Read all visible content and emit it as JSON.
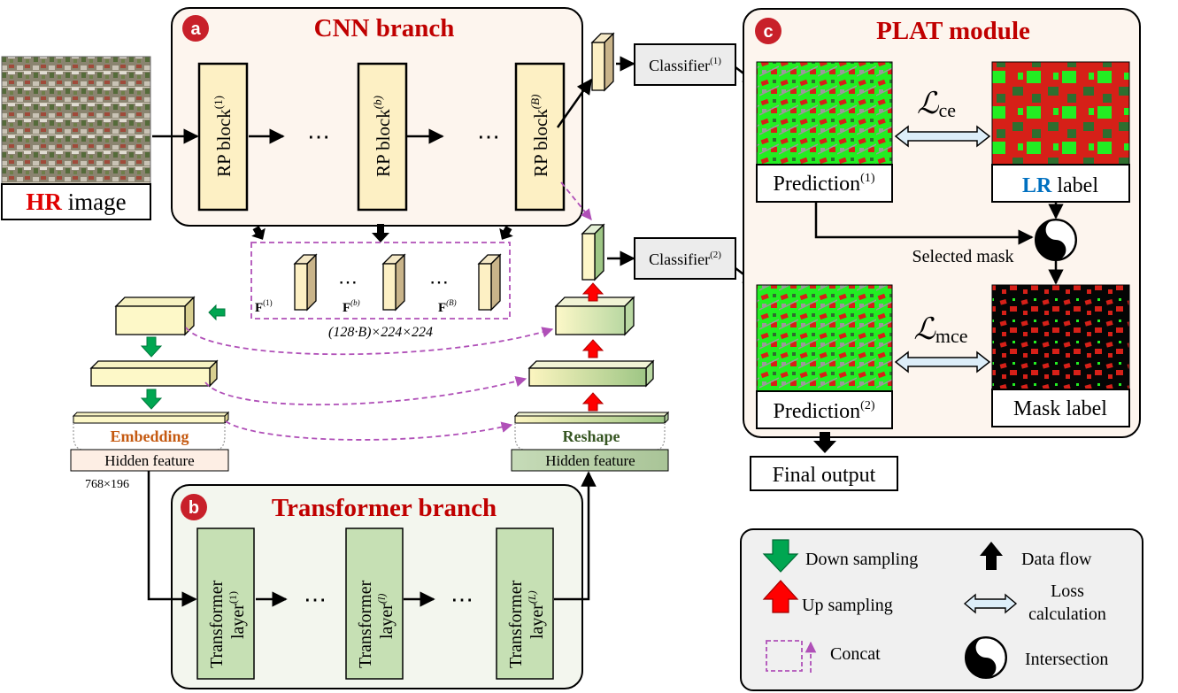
{
  "colors": {
    "panel_warm": "#fdf5ee",
    "panel_green": "#f3f6ee",
    "title_red": "#c00000",
    "badge_red": "#c8202a",
    "rp_block": "#fdf0c4",
    "transformer_layer": "#c6e0b4",
    "embedding_orange": "#c55a11",
    "reshape_green": "#375623",
    "lr_blue": "#0070c0",
    "concat_purple": "#b050b8",
    "down_green": "#00a651",
    "up_red": "#ff0000",
    "loss_fill": "#ddeef9",
    "pred_green": "#22ee22",
    "pred_red": "#d62018",
    "dark_green": "#2f6e2f",
    "gray": "#9a9a9a"
  },
  "cnn": {
    "badge": "a",
    "title": "CNN branch",
    "block_label": "RP block",
    "block_indices": [
      "(1)",
      "(b)",
      "(B)"
    ],
    "ellipsis": "⋯"
  },
  "input": {
    "hr": "HR",
    "image": " image"
  },
  "features": {
    "label": "F",
    "indices": [
      "(1)",
      "(b)",
      "(B)"
    ],
    "dimension": "(128·B)×224×224"
  },
  "classifiers": {
    "label": "Classifier",
    "indices": [
      "(1)",
      "(2)"
    ]
  },
  "plat": {
    "badge": "c",
    "title": "PLAT module",
    "pred1_label": "Prediction",
    "pred1_index": "(1)",
    "pred2_label": "Prediction",
    "pred2_index": "(2)",
    "lr_prefix": "LR",
    "lr_suffix": " label",
    "mask_label": "Mask label",
    "loss_ce_symbol": "ℒ",
    "loss_ce_sub": "ce",
    "loss_mce_symbol": "ℒ",
    "loss_mce_sub": "mce",
    "selected_mask": "Selected mask"
  },
  "final_output": "Final output",
  "embed": {
    "embedding": "Embedding",
    "hidden_feature": "Hidden feature",
    "dimension": "768×196"
  },
  "reshape": {
    "reshape": "Reshape",
    "hidden_feature": "Hidden feature"
  },
  "transformer": {
    "badge": "b",
    "title": "Transformer branch",
    "layer_line1": "Transformer",
    "layer_line2": "layer",
    "layer_indices": [
      "(1)",
      "(l)",
      "(L)"
    ],
    "ellipsis": "⋯"
  },
  "legend": {
    "down_sampling": "Down sampling",
    "up_sampling": "Up sampling",
    "concat": "Concat",
    "data_flow": "Data flow",
    "loss_line1": "Loss",
    "loss_line2": "calculation",
    "intersection": "Intersection"
  }
}
